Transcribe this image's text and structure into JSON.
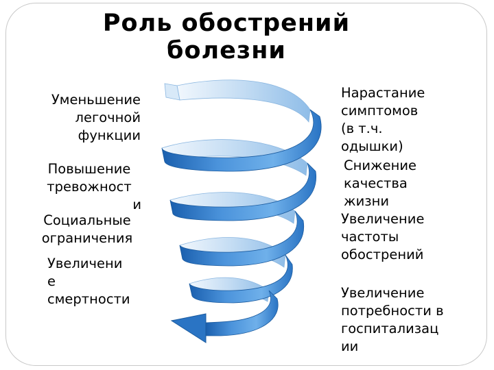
{
  "slide": {
    "title_line1": "Роль обострений",
    "title_line2": "болезни"
  },
  "left_labels": [
    {
      "lines": [
        "Уменьшение",
        "легочной",
        "функции"
      ]
    },
    {
      "lines": [
        "Повышение",
        "тревожност",
        "и"
      ]
    },
    {
      "lines": [
        "Социальные",
        "ограничения"
      ]
    },
    {
      "lines": [
        "Увеличени",
        "е",
        "смертности"
      ]
    }
  ],
  "right_labels": [
    {
      "lines": [
        "Нарастание",
        "симптомов",
        "(в т.ч.",
        "одышки)"
      ]
    },
    {
      "lines": [
        "Снижение",
        "качества",
        "жизни"
      ]
    },
    {
      "lines": [
        "Увеличение",
        "частоты",
        "обострений"
      ]
    },
    {
      "lines": [
        "Увеличение",
        "потребности в",
        "госпитализац",
        "ии"
      ]
    }
  ],
  "colors": {
    "ribbon_dark": "#1f6fbf",
    "ribbon_mid": "#5aa0e0",
    "ribbon_light": "#d8e9f8",
    "frame_border": "#c8c8c8"
  },
  "icons": {
    "spiral": "descending-spiral-arrow"
  }
}
